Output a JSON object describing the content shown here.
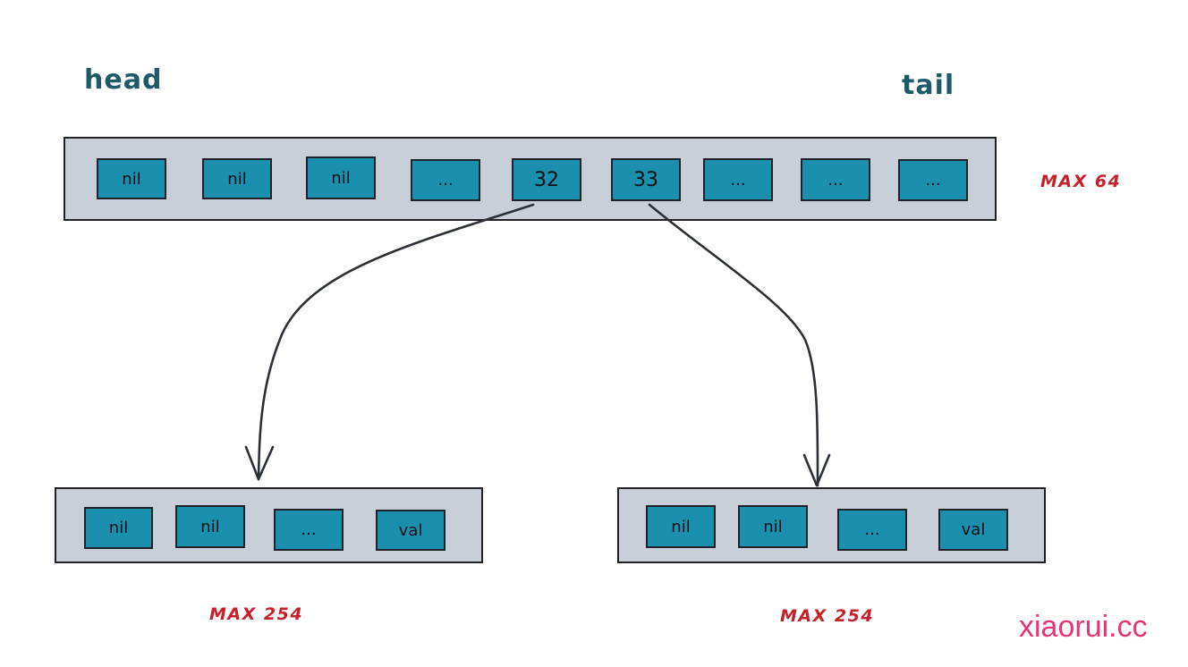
{
  "labels": {
    "head": "head",
    "tail": "tail",
    "top_max": "MAX 64",
    "left_max": "MAX 254",
    "right_max": "MAX 254"
  },
  "top_array": {
    "cells": [
      "nil",
      "nil",
      "nil",
      "...",
      "32",
      "33",
      "...",
      "...",
      "..."
    ]
  },
  "left_array": {
    "cells": [
      "nil",
      "nil",
      "...",
      "val"
    ]
  },
  "right_array": {
    "cells": [
      "nil",
      "nil",
      "...",
      "val"
    ]
  },
  "watermark": "xiaorui.cc",
  "colors": {
    "array_fill": "#c9cfd9",
    "cell_fill": "#1b8fae",
    "label_text": "#1e5a68",
    "max_text": "#c8202a",
    "watermark": "#e8357a",
    "arrow": "#2b2f36"
  }
}
